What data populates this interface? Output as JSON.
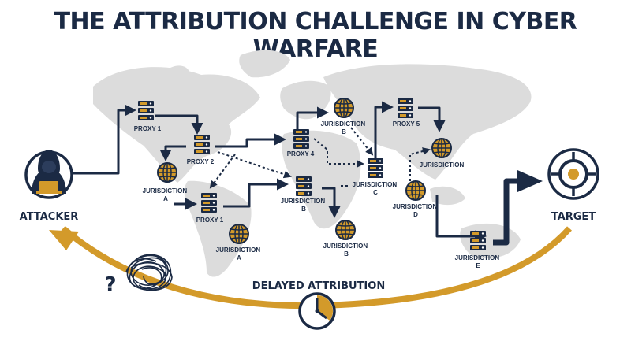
{
  "title": "THE ATTRIBUTION CHALLENGE IN CYBER WARFARE",
  "actors": {
    "attacker": "ATTACKER",
    "target": "TARGET"
  },
  "labels": {
    "proxy_1_top": "PROXY 1",
    "proxy_2": "PROXY 2",
    "proxy_1_bottom": "PROXY 1",
    "proxy_4": "PROXY 4",
    "proxy_5": "PROXY 5",
    "jurisdiction_a_left": [
      "JURISDICTION",
      "A"
    ],
    "jurisdiction_a_bottom": [
      "JURISDICTION",
      "A"
    ],
    "jurisdiction_b_top": [
      "JURISDICTION",
      "B"
    ],
    "jurisdiction_b_mid": [
      "JURISDICTION",
      "B"
    ],
    "jurisdiction_b_bottom": [
      "JURISDICTION",
      "B"
    ],
    "jurisdiction_c": [
      "JURISDICTION",
      "C"
    ],
    "jurisdiction_right": [
      "JURISDICTION"
    ],
    "jurisdiction_d": [
      "JURISDICTION",
      "D"
    ],
    "jurisdiction_e": [
      "JURISDICTION",
      "E"
    ]
  },
  "delayed_attribution": "DELAYED ATTRIBUTION",
  "question_mark": "?",
  "colors": {
    "navy": "#1b2a44",
    "gold": "#d39a2a",
    "map": "#dcdcdc"
  }
}
